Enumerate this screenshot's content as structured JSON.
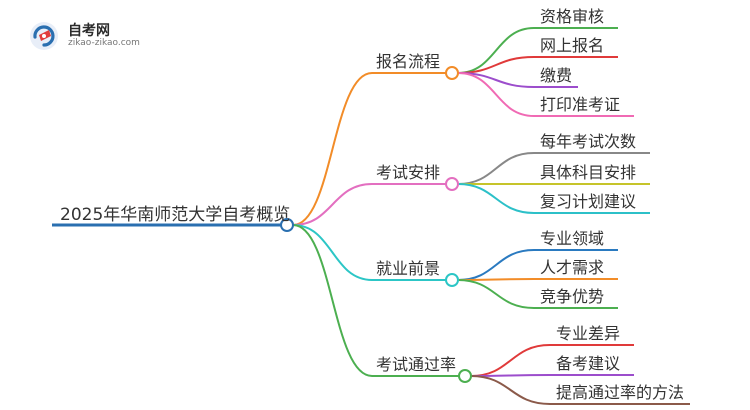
{
  "logo": {
    "title": "自考网",
    "url": "zikao-zikao.com"
  },
  "mindmap": {
    "root": "2025年华南师范大学自考概览",
    "branches": [
      {
        "label": "报名流程",
        "color": "#f28c28",
        "children": [
          {
            "label": "资格审核",
            "color": "#4caf50"
          },
          {
            "label": "网上报名",
            "color": "#e03a3a"
          },
          {
            "label": "缴费",
            "color": "#9c4dcc"
          },
          {
            "label": "打印准考证",
            "color": "#f06ab4"
          }
        ]
      },
      {
        "label": "考试安排",
        "color": "#e36fc0",
        "children": [
          {
            "label": "每年考试次数",
            "color": "#888888"
          },
          {
            "label": "具体科目安排",
            "color": "#c6c42a"
          },
          {
            "label": "复习计划建议",
            "color": "#2cc0c8"
          }
        ]
      },
      {
        "label": "就业前景",
        "color": "#2cc6c6",
        "children": [
          {
            "label": "专业领域",
            "color": "#2a7ac0"
          },
          {
            "label": "人才需求",
            "color": "#f28c28"
          },
          {
            "label": "竞争优势",
            "color": "#4caf50"
          }
        ]
      },
      {
        "label": "考试通过率",
        "color": "#4caf50",
        "children": [
          {
            "label": "专业差异",
            "color": "#e03a3a"
          },
          {
            "label": "备考建议",
            "color": "#9c4dcc"
          },
          {
            "label": "提高通过率的方法",
            "color": "#8b5a4a"
          }
        ]
      }
    ]
  },
  "colors": {
    "root_line": "#2a6fb0",
    "logo_blue": "#2a6fb0",
    "logo_red": "#e23c3c"
  }
}
